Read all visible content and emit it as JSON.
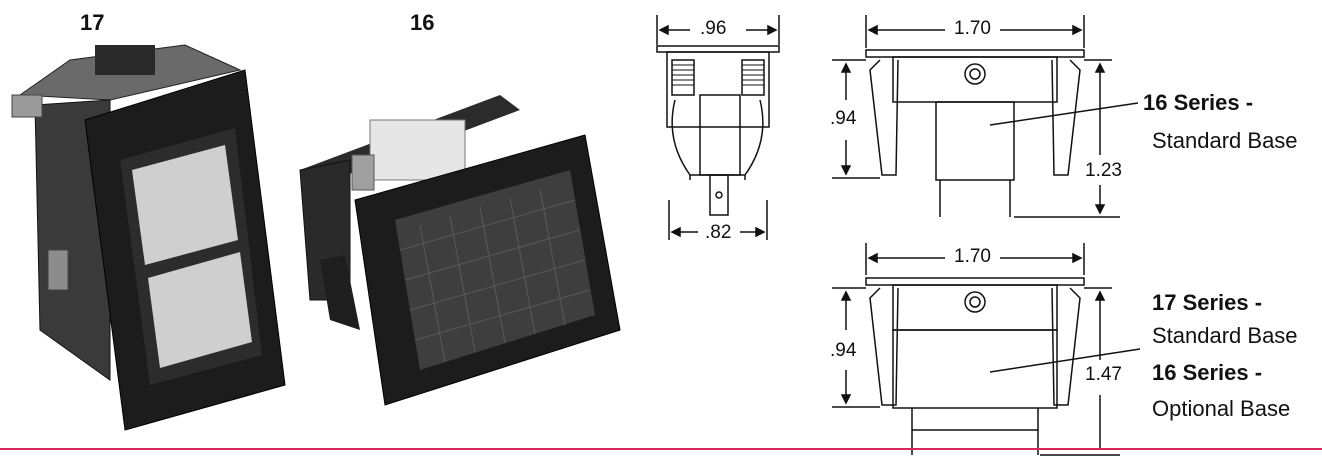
{
  "photos": {
    "left_label": "17",
    "right_label": "16"
  },
  "side_view": {
    "top_width": ".96",
    "bottom_width": ".82"
  },
  "top_drawing": {
    "width": "1.70",
    "height_left": ".94",
    "height_right": "1.23",
    "callout_title": "16 Series -",
    "callout_sub": "Standard Base"
  },
  "bottom_drawing": {
    "width": "1.70",
    "height_left": ".94",
    "height_right": "1.47",
    "callout_title_1": "17 Series -",
    "callout_sub_1": "Standard Base",
    "callout_title_2": "16 Series -",
    "callout_sub_2": "Optional Base"
  },
  "colors": {
    "rule": "#d8285a",
    "body_dark": "#1c1c1c",
    "lens_light": "#cfcfcf"
  }
}
